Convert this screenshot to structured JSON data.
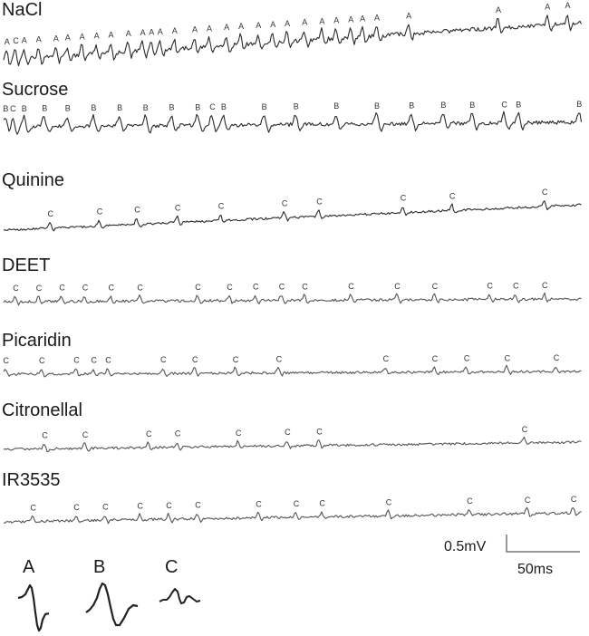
{
  "traces": [
    {
      "label": "NaCl",
      "color": "#2a2a2a",
      "markers": [
        {
          "letter": "A",
          "pos": 0.005
        },
        {
          "letter": "C",
          "pos": 0.02
        },
        {
          "letter": "A",
          "pos": 0.035
        },
        {
          "letter": "A",
          "pos": 0.06
        },
        {
          "letter": "A",
          "pos": 0.09
        },
        {
          "letter": "A",
          "pos": 0.11
        },
        {
          "letter": "A",
          "pos": 0.135
        },
        {
          "letter": "A",
          "pos": 0.16
        },
        {
          "letter": "A",
          "pos": 0.185
        },
        {
          "letter": "A",
          "pos": 0.215
        },
        {
          "letter": "A",
          "pos": 0.24
        },
        {
          "letter": "A",
          "pos": 0.255
        },
        {
          "letter": "A",
          "pos": 0.27
        },
        {
          "letter": "A",
          "pos": 0.295
        },
        {
          "letter": "A",
          "pos": 0.33
        },
        {
          "letter": "A",
          "pos": 0.355
        },
        {
          "letter": "A",
          "pos": 0.385
        },
        {
          "letter": "A",
          "pos": 0.41
        },
        {
          "letter": "A",
          "pos": 0.44
        },
        {
          "letter": "A",
          "pos": 0.465
        },
        {
          "letter": "A",
          "pos": 0.49
        },
        {
          "letter": "A",
          "pos": 0.52
        },
        {
          "letter": "A",
          "pos": 0.55
        },
        {
          "letter": "A",
          "pos": 0.575
        },
        {
          "letter": "A",
          "pos": 0.6
        },
        {
          "letter": "A",
          "pos": 0.62
        },
        {
          "letter": "A",
          "pos": 0.645
        },
        {
          "letter": "A",
          "pos": 0.7
        },
        {
          "letter": "A",
          "pos": 0.855
        },
        {
          "letter": "A",
          "pos": 0.94
        },
        {
          "letter": "A",
          "pos": 0.975
        }
      ]
    },
    {
      "label": "Sucrose",
      "color": "#2a2a2a",
      "markers": [
        {
          "letter": "B",
          "pos": 0.003
        },
        {
          "letter": "C",
          "pos": 0.015
        },
        {
          "letter": "B",
          "pos": 0.035
        },
        {
          "letter": "B",
          "pos": 0.07
        },
        {
          "letter": "B",
          "pos": 0.11
        },
        {
          "letter": "B",
          "pos": 0.155
        },
        {
          "letter": "B",
          "pos": 0.2
        },
        {
          "letter": "B",
          "pos": 0.245
        },
        {
          "letter": "B",
          "pos": 0.29
        },
        {
          "letter": "B",
          "pos": 0.335
        },
        {
          "letter": "C",
          "pos": 0.36
        },
        {
          "letter": "B",
          "pos": 0.38
        },
        {
          "letter": "B",
          "pos": 0.45
        },
        {
          "letter": "B",
          "pos": 0.505
        },
        {
          "letter": "B",
          "pos": 0.575
        },
        {
          "letter": "B",
          "pos": 0.645
        },
        {
          "letter": "B",
          "pos": 0.705
        },
        {
          "letter": "B",
          "pos": 0.76
        },
        {
          "letter": "B",
          "pos": 0.81
        },
        {
          "letter": "C",
          "pos": 0.865
        },
        {
          "letter": "B",
          "pos": 0.89
        },
        {
          "letter": "B",
          "pos": 0.995
        }
      ]
    },
    {
      "label": "Quinine",
      "color": "#2a2a2a",
      "markers": [
        {
          "letter": "C",
          "pos": 0.08
        },
        {
          "letter": "C",
          "pos": 0.165
        },
        {
          "letter": "C",
          "pos": 0.23
        },
        {
          "letter": "C",
          "pos": 0.3
        },
        {
          "letter": "C",
          "pos": 0.375
        },
        {
          "letter": "C",
          "pos": 0.485
        },
        {
          "letter": "C",
          "pos": 0.545
        },
        {
          "letter": "C",
          "pos": 0.69
        },
        {
          "letter": "C",
          "pos": 0.775
        },
        {
          "letter": "C",
          "pos": 0.935
        }
      ]
    },
    {
      "label": "DEET",
      "color": "#555555",
      "markers": [
        {
          "letter": "C",
          "pos": 0.02
        },
        {
          "letter": "C",
          "pos": 0.06
        },
        {
          "letter": "C",
          "pos": 0.1
        },
        {
          "letter": "C",
          "pos": 0.14
        },
        {
          "letter": "C",
          "pos": 0.185
        },
        {
          "letter": "C",
          "pos": 0.235
        },
        {
          "letter": "C",
          "pos": 0.335
        },
        {
          "letter": "C",
          "pos": 0.39
        },
        {
          "letter": "C",
          "pos": 0.435
        },
        {
          "letter": "C",
          "pos": 0.48
        },
        {
          "letter": "C",
          "pos": 0.52
        },
        {
          "letter": "C",
          "pos": 0.6
        },
        {
          "letter": "C",
          "pos": 0.68
        },
        {
          "letter": "C",
          "pos": 0.745
        },
        {
          "letter": "C",
          "pos": 0.84
        },
        {
          "letter": "C",
          "pos": 0.885
        },
        {
          "letter": "C",
          "pos": 0.935
        }
      ]
    },
    {
      "label": "Picaridin",
      "color": "#555555",
      "markers": [
        {
          "letter": "C",
          "pos": 0.003
        },
        {
          "letter": "C",
          "pos": 0.065
        },
        {
          "letter": "C",
          "pos": 0.125
        },
        {
          "letter": "C",
          "pos": 0.155
        },
        {
          "letter": "C",
          "pos": 0.18
        },
        {
          "letter": "C",
          "pos": 0.275
        },
        {
          "letter": "C",
          "pos": 0.33
        },
        {
          "letter": "C",
          "pos": 0.4
        },
        {
          "letter": "C",
          "pos": 0.475
        },
        {
          "letter": "C",
          "pos": 0.66
        },
        {
          "letter": "C",
          "pos": 0.745
        },
        {
          "letter": "C",
          "pos": 0.8
        },
        {
          "letter": "C",
          "pos": 0.87
        },
        {
          "letter": "C",
          "pos": 0.955
        }
      ]
    },
    {
      "label": "Citronellal",
      "color": "#555555",
      "markers": [
        {
          "letter": "C",
          "pos": 0.07
        },
        {
          "letter": "C",
          "pos": 0.14
        },
        {
          "letter": "C",
          "pos": 0.25
        },
        {
          "letter": "C",
          "pos": 0.3
        },
        {
          "letter": "C",
          "pos": 0.405
        },
        {
          "letter": "C",
          "pos": 0.49
        },
        {
          "letter": "C",
          "pos": 0.545
        },
        {
          "letter": "C",
          "pos": 0.9
        }
      ]
    },
    {
      "label": "IR3535",
      "color": "#555555",
      "markers": [
        {
          "letter": "C",
          "pos": 0.05
        },
        {
          "letter": "C",
          "pos": 0.125
        },
        {
          "letter": "C",
          "pos": 0.175
        },
        {
          "letter": "C",
          "pos": 0.235
        },
        {
          "letter": "C",
          "pos": 0.285
        },
        {
          "letter": "C",
          "pos": 0.335
        },
        {
          "letter": "C",
          "pos": 0.44
        },
        {
          "letter": "C",
          "pos": 0.505
        },
        {
          "letter": "C",
          "pos": 0.55
        },
        {
          "letter": "C",
          "pos": 0.665
        },
        {
          "letter": "C",
          "pos": 0.805
        },
        {
          "letter": "C",
          "pos": 0.905
        },
        {
          "letter": "C",
          "pos": 0.985
        }
      ]
    }
  ],
  "scale_bar": {
    "voltage": "0.5mV",
    "time": "50ms"
  },
  "legend": [
    {
      "label": "A"
    },
    {
      "label": "B"
    },
    {
      "label": "C"
    }
  ]
}
